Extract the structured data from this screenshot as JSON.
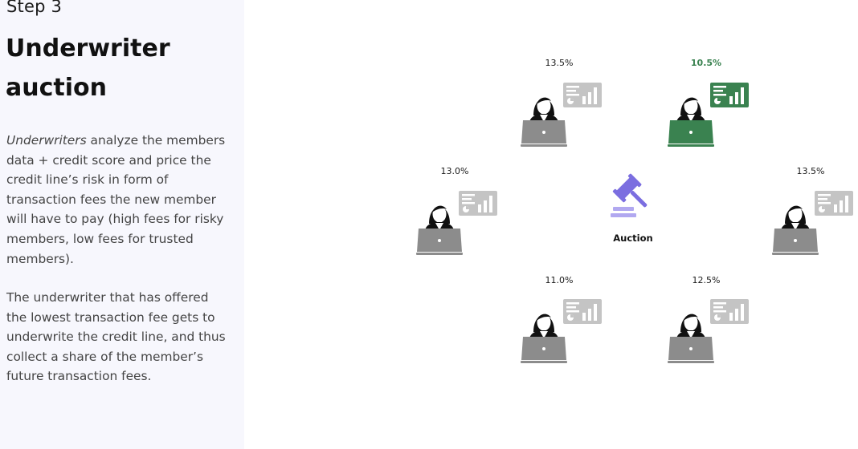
{
  "sidebar": {
    "step_label": "Step 3",
    "title": "Underwriter auction",
    "para1_em": "Underwriters",
    "para1_rest": " analyze the members data + credit score and price the credit line’s risk in form of transaction fees the new member will have to pay (high fees for risky members, low fees for trusted members).",
    "para2": "The underwriter that has offered the lowest transaction fee gets to underwrite the credit line, and thus collect a share of the member’s future transaction fees."
  },
  "diagram": {
    "center_label": "Auction",
    "center_icon": "gavel-icon",
    "underwriters": [
      {
        "id": "top-left",
        "fee": "13.5%",
        "winner": false
      },
      {
        "id": "top-right",
        "fee": "10.5%",
        "winner": true
      },
      {
        "id": "mid-left",
        "fee": "13.0%",
        "winner": false
      },
      {
        "id": "mid-right",
        "fee": "13.5%",
        "winner": false
      },
      {
        "id": "bottom-left",
        "fee": "11.0%",
        "winner": false
      },
      {
        "id": "bottom-right",
        "fee": "12.5%",
        "winner": false
      }
    ],
    "colors": {
      "default": "#8c8c8c",
      "default_screen": "#c4c4c4",
      "winner": "#3a8250",
      "gavel": "#7b6ee0",
      "gavel_base": "#b1a8f0"
    }
  }
}
